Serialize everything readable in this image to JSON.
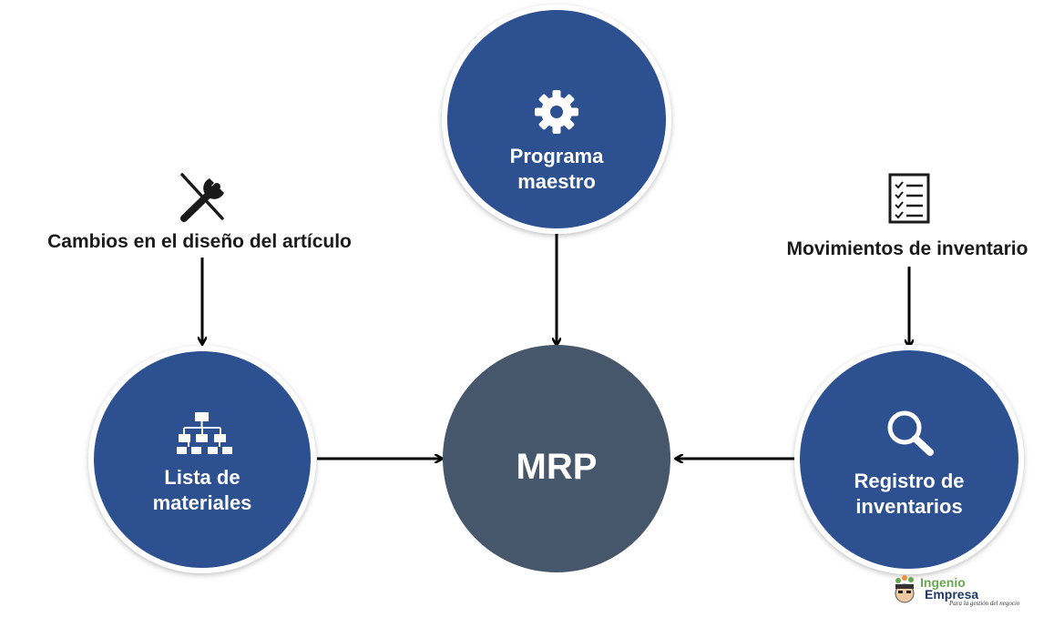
{
  "diagram": {
    "center": {
      "label": "MRP",
      "color": "#46566b"
    },
    "node_color": "#2d5091",
    "inputs": [
      {
        "id": "programa",
        "lines": [
          "Programa",
          "maestro"
        ],
        "icon": "gear-icon"
      },
      {
        "id": "lista",
        "lines": [
          "Lista de",
          "materiales"
        ],
        "icon": "hierarchy-icon"
      },
      {
        "id": "registro",
        "lines": [
          "Registro de",
          "inventarios"
        ],
        "icon": "magnifier-icon"
      }
    ],
    "external": [
      {
        "id": "cambios",
        "label": "Cambios en el diseño del artículo",
        "icon": "tools-icon"
      },
      {
        "id": "movimientos",
        "label": "Movimientos de inventario",
        "icon": "checklist-icon"
      }
    ]
  },
  "logo": {
    "line1": "Ingenio",
    "line2": "Empresa",
    "tagline": "Para la gestión del negocio",
    "color_green": "#6aa84f",
    "color_orange": "#e69138",
    "color_blue": "#1f3864"
  }
}
